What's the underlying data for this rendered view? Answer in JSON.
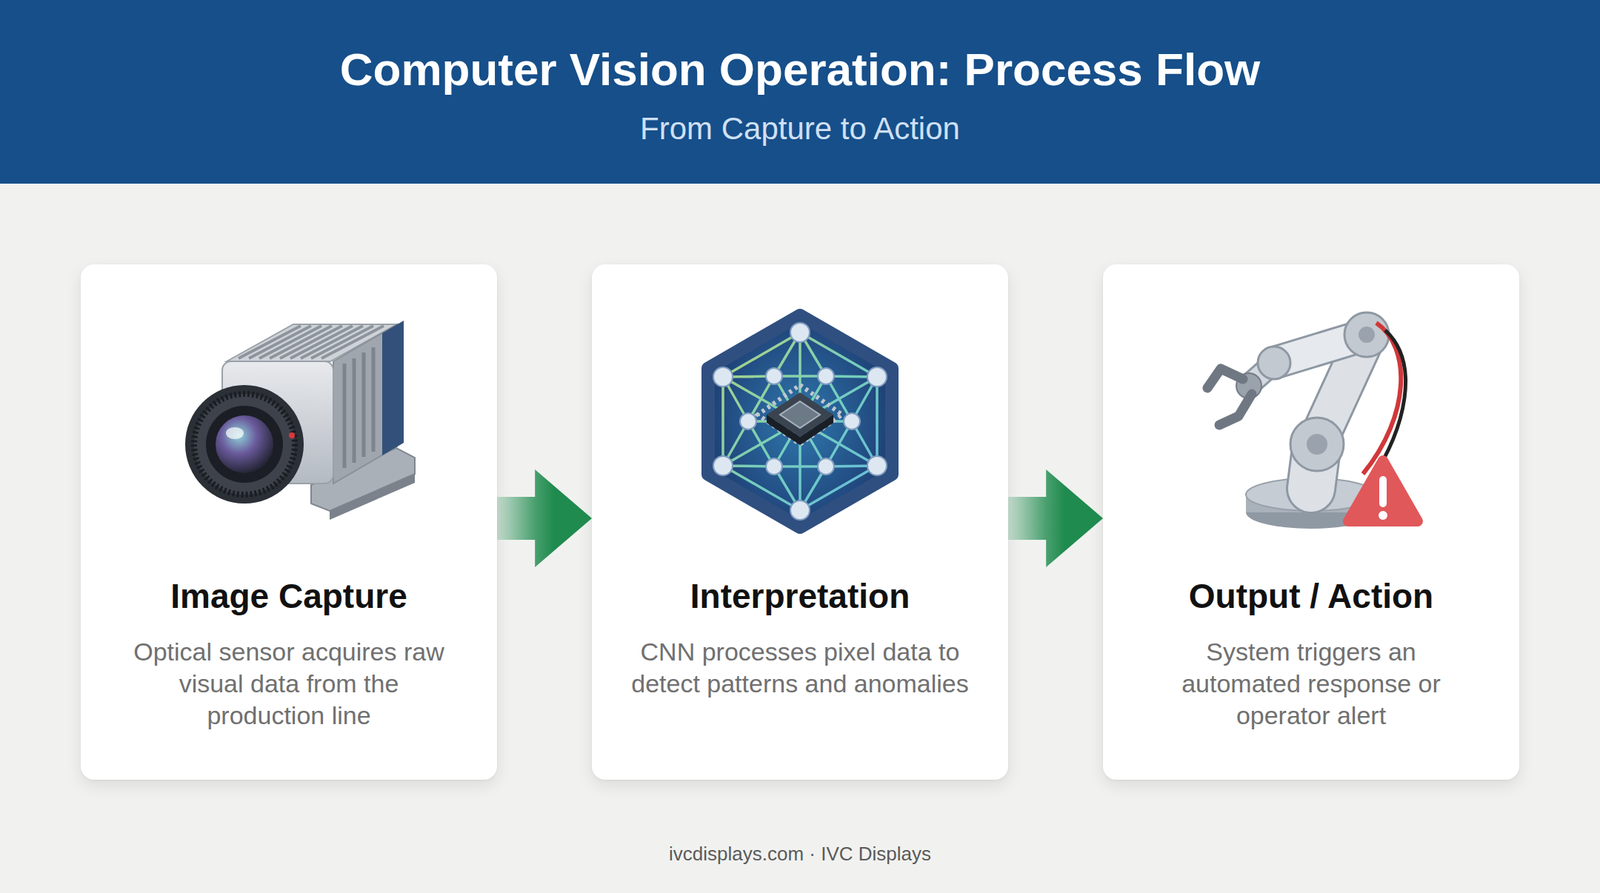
{
  "diagram": {
    "title": "Computer Vision Operation: Process Flow",
    "nodes": [
      {
        "text": [
          "Image Capture",
          "Optical sensor acquires raw visual data from the production line"
        ]
      },
      {
        "text": [
          "Interpretation",
          "CNN processes pixel data to detect patterns and anomalies"
        ]
      },
      {
        "text": [
          "Output / Action",
          "System triggers an automated response or operator alert"
        ]
      }
    ],
    "edges": [
      {
        "from": 0,
        "to": 1,
        "arrow": "to"
      },
      {
        "from": 1,
        "to": 2,
        "arrow": "to"
      }
    ],
    "labels": [
      "From Capture to Action",
      "ivcdisplays.com · IVC Displays"
    ]
  }
}
